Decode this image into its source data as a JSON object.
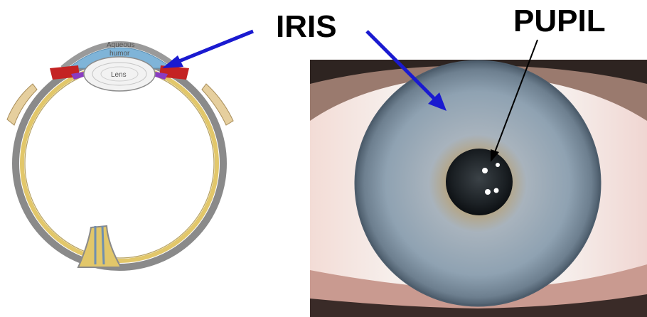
{
  "labels": {
    "iris": "IRIS",
    "pupil": "PUPIL"
  },
  "diagram_text": {
    "aqueous_line1": "Aqueous",
    "aqueous_line2": "humor",
    "lens": "Lens"
  },
  "colors": {
    "arrow_blue": "#1a1ad0",
    "arrow_black": "#000000",
    "iris_blue": "#8ea3b3",
    "sclera": "#f4eeea",
    "eyewall_yellow": "#e2c76a",
    "ciliary_red": "#c42323",
    "ciliary_purple": "#8a3cc2",
    "aqueous_blue": "#7fb4d8"
  }
}
